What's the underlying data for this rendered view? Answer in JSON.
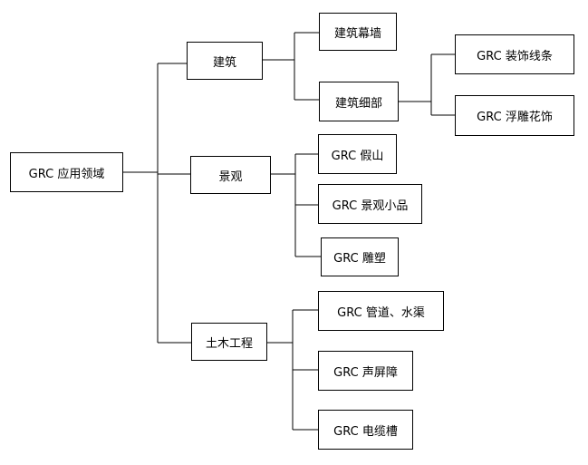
{
  "root": {
    "label": "GRC 应用领域"
  },
  "branches": [
    {
      "label": "建筑",
      "children": [
        {
          "label": "建筑幕墙",
          "children": []
        },
        {
          "label": "建筑细部",
          "children": [
            {
              "label": "GRC 装饰线条"
            },
            {
              "label": "GRC 浮雕花饰"
            }
          ]
        }
      ]
    },
    {
      "label": "景观",
      "children": [
        {
          "label": "GRC 假山"
        },
        {
          "label": "GRC 景观小品"
        },
        {
          "label": "GRC 雕塑"
        }
      ]
    },
    {
      "label": "土木工程",
      "children": [
        {
          "label": "GRC 管道、水渠"
        },
        {
          "label": "GRC 声屏障"
        },
        {
          "label": "GRC 电缆槽"
        }
      ]
    }
  ]
}
